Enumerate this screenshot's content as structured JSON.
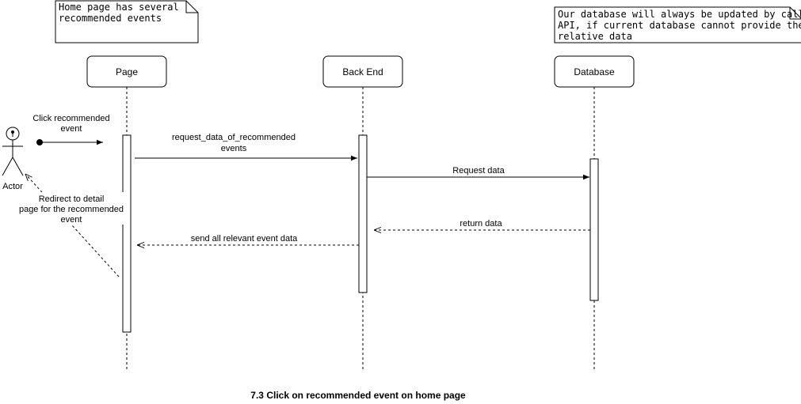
{
  "notes": {
    "home": [
      "Home page has several",
      "recommended events"
    ],
    "database": [
      "Our database will always be updated by calling",
      "API, if current database cannot provide the",
      "relative data"
    ]
  },
  "lifelines": {
    "page": "Page",
    "backend": "Back End",
    "database": "Database"
  },
  "actor": {
    "label": "Actor"
  },
  "messages": {
    "click": [
      "Click recommended",
      "event"
    ],
    "request_recommended": [
      "request_data_of_recommended",
      "events"
    ],
    "request_data": "Request data",
    "return_data": "return data",
    "send_all": "send all relevant event data",
    "redirect": [
      "Redirect to detail",
      "page for the recommended",
      "event"
    ]
  },
  "caption": "7.3 Click on recommended event on home page"
}
